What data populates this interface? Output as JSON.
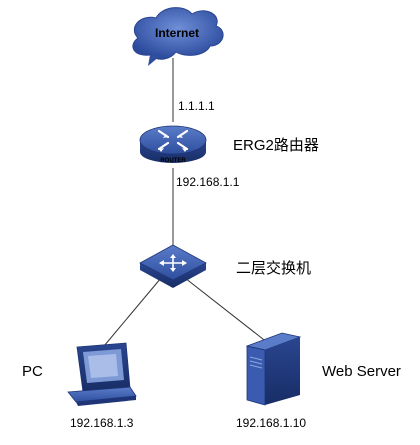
{
  "nodes": {
    "internet": {
      "label": "Internet"
    },
    "router": {
      "name": "ERG2路由器",
      "badge": "ROUTER",
      "wan_ip": "1.1.1.1",
      "lan_ip": "192.168.1.1"
    },
    "switch": {
      "name": "二层交换机"
    },
    "pc": {
      "name": "PC",
      "ip": "192.168.1.3"
    },
    "server": {
      "name": "Web Server",
      "ip": "192.168.1.10"
    }
  },
  "colors": {
    "device_blue": "#2f4f9e",
    "device_dark": "#1f3577",
    "cloud_fill": "#3a5bb0",
    "line": "#333333"
  },
  "icons": {
    "internet": "cloud-icon",
    "router": "router-icon",
    "switch": "switch-icon",
    "pc": "pc-icon",
    "server": "server-icon"
  }
}
